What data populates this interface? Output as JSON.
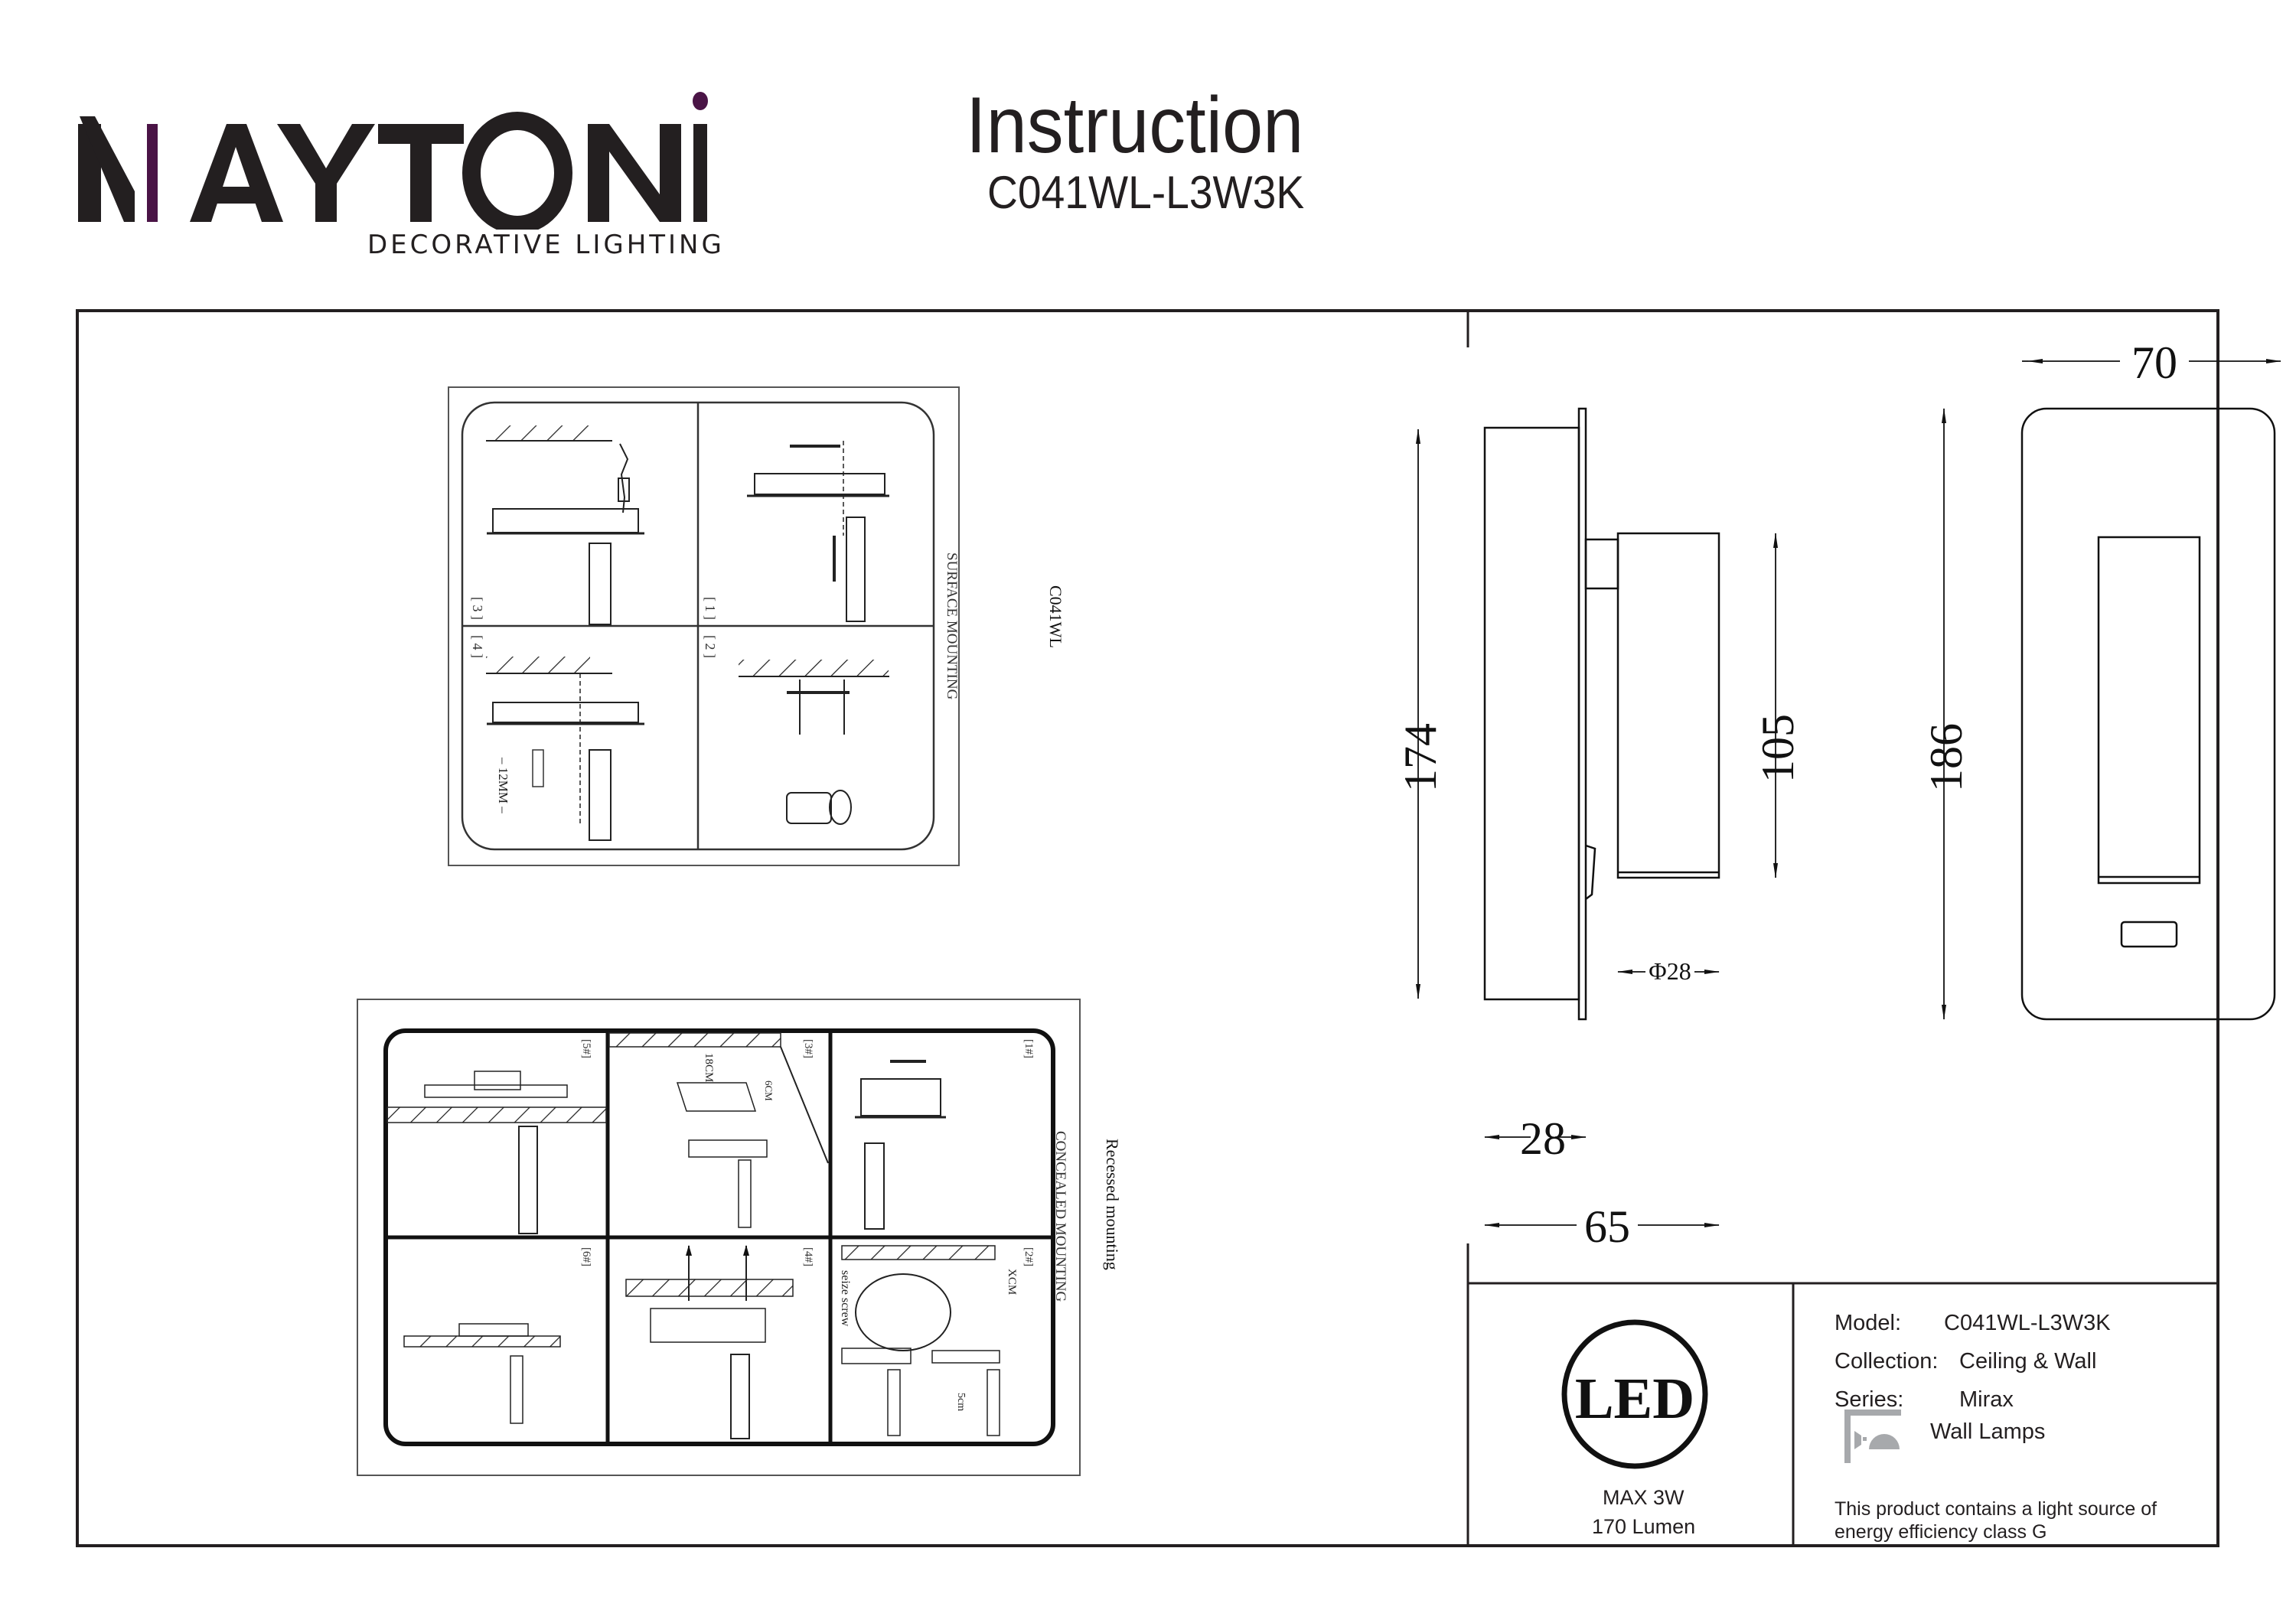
{
  "brand": {
    "name": "MAYTONI",
    "tagline": "DECORATIVE LIGHTING",
    "accent_color": "#4a1446",
    "text_color": "#231f20"
  },
  "header": {
    "title": "Instruction",
    "model": "C041WL-L3W3K"
  },
  "surface_mounting": {
    "title": "SURFACE MOUNTING",
    "side_label": "C041WL",
    "steps": [
      "[ 1 ]",
      "[ 2 ]",
      "[ 3 ]",
      "[ 4 ]"
    ],
    "screw_label": "– 12MM –"
  },
  "concealed_mounting": {
    "title": "CONCEALED MOUNTING",
    "side_label": "Recessed mounting",
    "steps": [
      "[1#]",
      "[2#]",
      "[3#]",
      "[4#]",
      "[5#]",
      "[6#]"
    ],
    "annotations": {
      "hole_width": "18CM",
      "hole_depth": "6CM",
      "ceiling_thickness": "XCM",
      "screw_label": "seize screw",
      "screw_length": "5cm"
    }
  },
  "dimensions": {
    "unit": "mm",
    "side_height": "174",
    "side_depth_body": "28",
    "side_total_depth": "65",
    "head_length": "105",
    "head_diameter": "Φ28",
    "front_height": "186",
    "front_width": "70"
  },
  "info": {
    "led_icon": "LED",
    "power": "MAX 3W",
    "lumen": "170 Lumen",
    "model_label": "Model:",
    "model_value": "C041WL-L3W3K",
    "collection_label": "Collection:",
    "collection_value": "Ceiling & Wall",
    "series_label": "Series:",
    "series_value": "Mirax",
    "category_icon": "wall-lamp-icon",
    "category": "Wall Lamps",
    "energy_note_line1": "This product contains a light source of",
    "energy_note_line2": "energy efficiency class G"
  }
}
